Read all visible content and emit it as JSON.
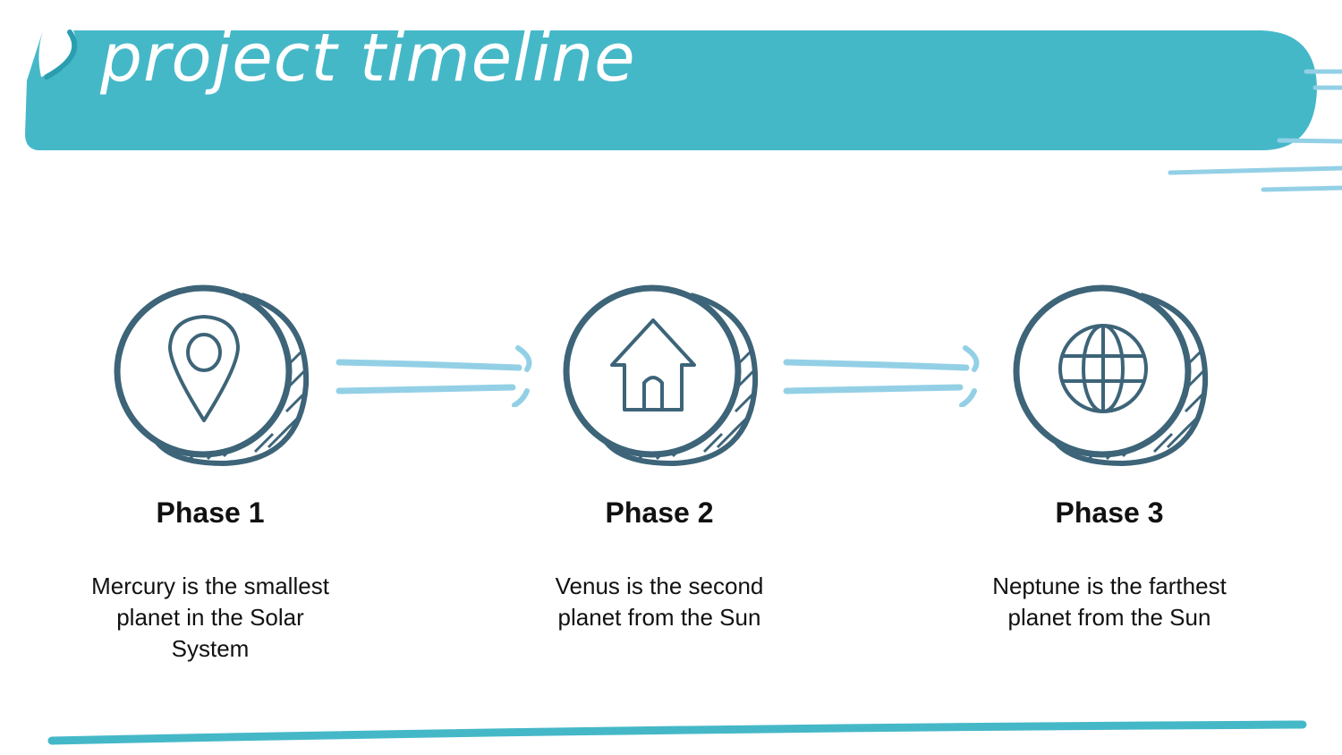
{
  "title": "project timeline",
  "colors": {
    "banner": "#45b8c8",
    "banner_dark": "#2a9eb0",
    "coin_stroke": "#3d6478",
    "arrow": "#93d0e6",
    "bottom_line": "#45b8c8"
  },
  "phases": [
    {
      "title": "Phase 1",
      "description": "Mercury is the smallest planet in the Solar System",
      "icon": "location-pin-icon"
    },
    {
      "title": "Phase 2",
      "description": "Venus is the second planet from the Sun",
      "icon": "house-icon"
    },
    {
      "title": "Phase 3",
      "description": "Neptune is the farthest planet from the Sun",
      "icon": "globe-icon"
    }
  ]
}
